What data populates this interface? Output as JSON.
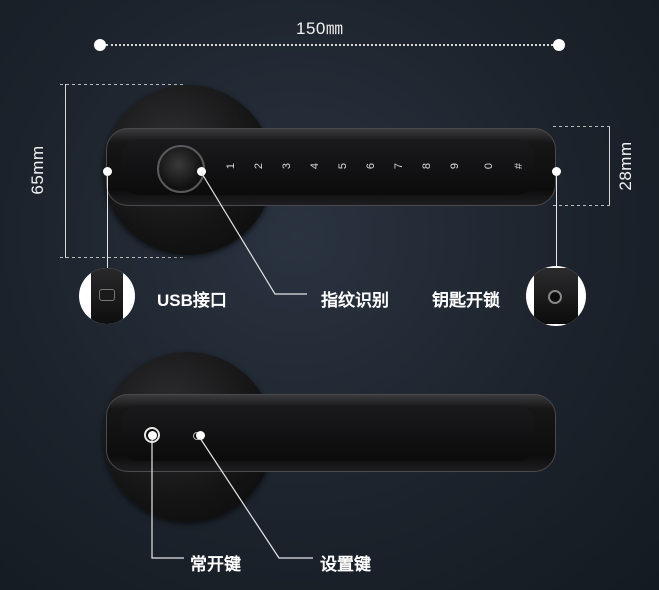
{
  "dimensions": {
    "width_label": "150㎜",
    "height_label": "65mm",
    "lever_height_label": "28mm"
  },
  "keypad": [
    "1",
    "2",
    "3",
    "4",
    "5",
    "6",
    "7",
    "8",
    "9",
    "0",
    "#"
  ],
  "callouts": {
    "usb": "USB接口",
    "fingerprint": "指纹识别",
    "key": "钥匙开锁",
    "passage_key": "常开键",
    "setting_key": "设置键"
  },
  "icons": [
    "usb-port-icon",
    "key-cylinder-icon"
  ]
}
